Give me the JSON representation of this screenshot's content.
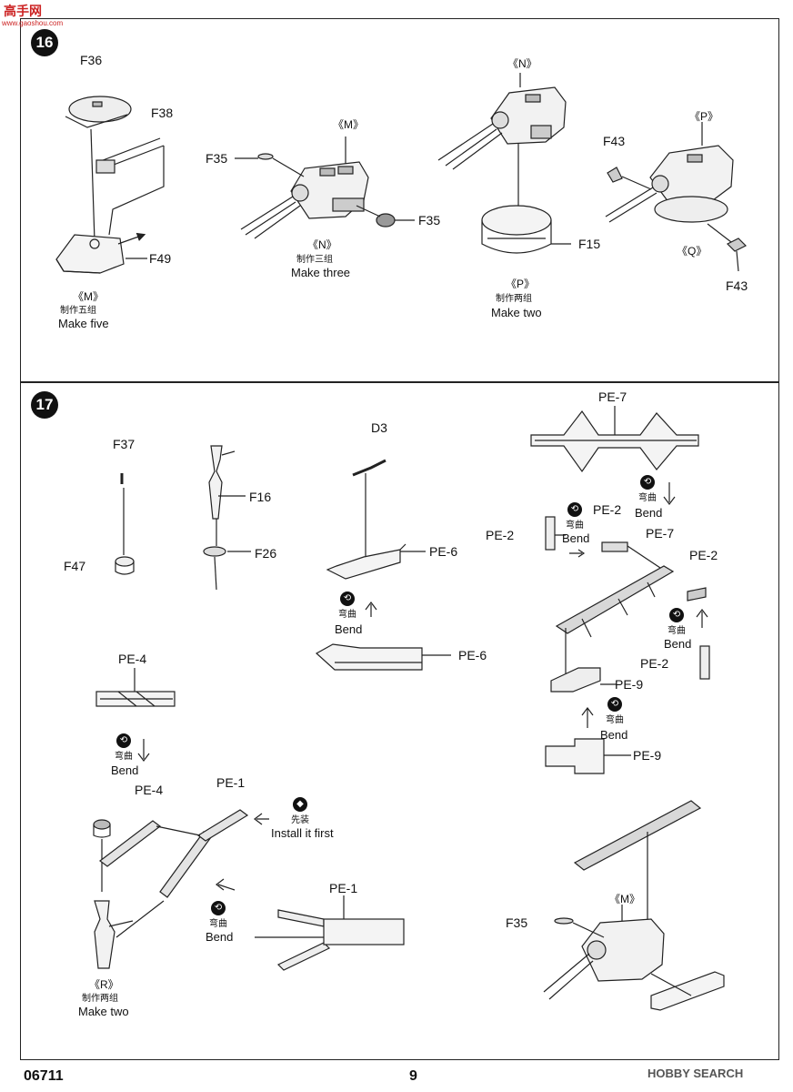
{
  "watermark_top": {
    "main": "高手网",
    "sub": "www.gaoshou.com"
  },
  "steps": {
    "s16": "16",
    "s17": "17"
  },
  "step16": {
    "f36": "F36",
    "f38": "F38",
    "f49": "F49",
    "m_tag": "《M》",
    "m_cn": "制作五组",
    "m_en": "Make five",
    "f35a": "F35",
    "n_top": "《M》",
    "f35b": "F35",
    "n_tag": "《N》",
    "n_cn": "制作三组",
    "n_en": "Make three",
    "n_top2": "《N》",
    "f15": "F15",
    "p_tag": "《P》",
    "p_cn": "制作两组",
    "p_en": "Make two",
    "p_top": "《P》",
    "f43a": "F43",
    "q_tag": "《Q》",
    "f43b": "F43"
  },
  "step17": {
    "f37": "F37",
    "f47": "F47",
    "f16": "F16",
    "f26": "F26",
    "d3": "D3",
    "pe6a": "PE-6",
    "pe6b": "PE-6",
    "bend_cn": "弯曲",
    "bend_en": "Bend",
    "pe7a": "PE-7",
    "pe2a": "PE-2",
    "pe2b": "PE-2",
    "pe7b": "PE-7",
    "pe2c": "PE-2",
    "pe2d": "PE-2",
    "pe9a": "PE-9",
    "pe9b": "PE-9",
    "pe4a": "PE-4",
    "pe4b": "PE-4",
    "pe1a": "PE-1",
    "pe1b": "PE-1",
    "first_cn": "先装",
    "first_en": "Install it first",
    "r_tag": "《R》",
    "r_cn": "制作两组",
    "r_en": "Make two",
    "f35": "F35",
    "m_tag": "《M》"
  },
  "footer": {
    "code": "06711",
    "page": "9",
    "brand": "HOBBY SEARCH"
  },
  "icons": [
    "bend-icon",
    "install-first-icon",
    "arrow-icon"
  ]
}
